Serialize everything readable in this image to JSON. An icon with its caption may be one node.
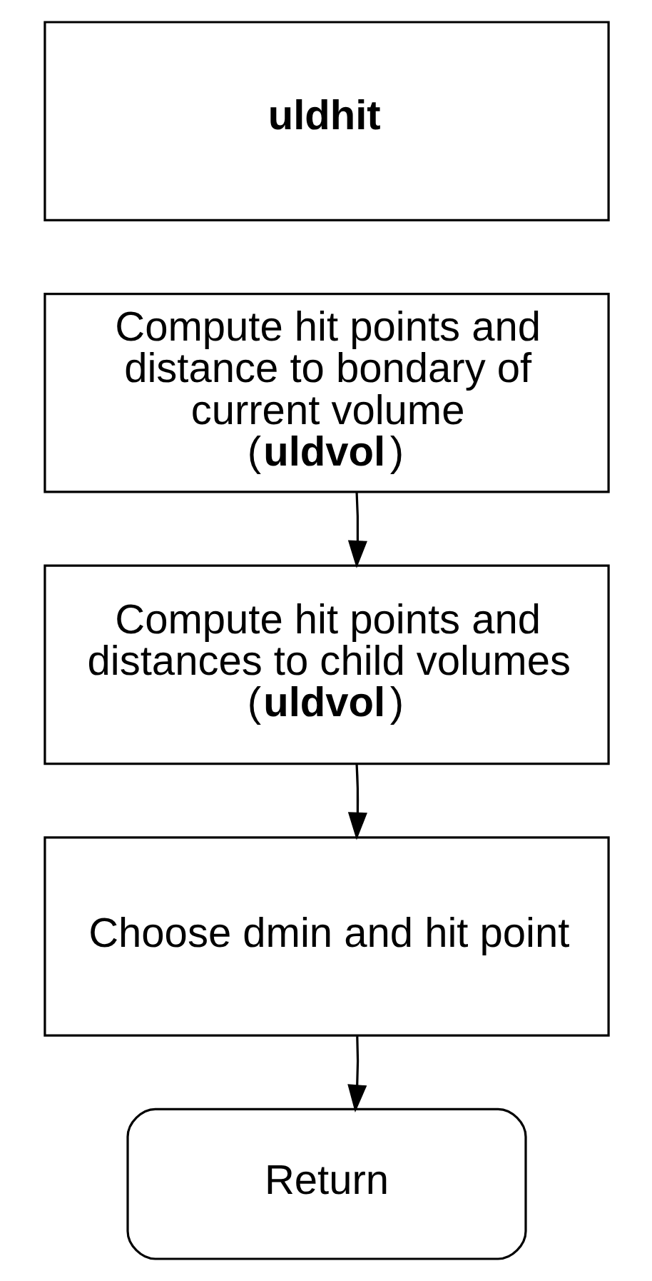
{
  "diagram": {
    "nodes": [
      {
        "text": [
          "uldhit"
        ]
      },
      {
        "text": [
          "Compute hit points and distance to bondary of current volume (**uldvol**)"
        ]
      },
      {
        "text": [
          "Compute hit points and distances to child volumes (**uldvol**)"
        ]
      },
      {
        "text": [
          "Choose dmin and hit point"
        ]
      },
      {
        "text": [
          "Return"
        ]
      }
    ],
    "edges": [
      {
        "from": 1,
        "to": 2,
        "arrow": "to"
      },
      {
        "from": 2,
        "to": 3,
        "arrow": "to"
      },
      {
        "from": 3,
        "to": 4,
        "arrow": "to"
      }
    ]
  }
}
